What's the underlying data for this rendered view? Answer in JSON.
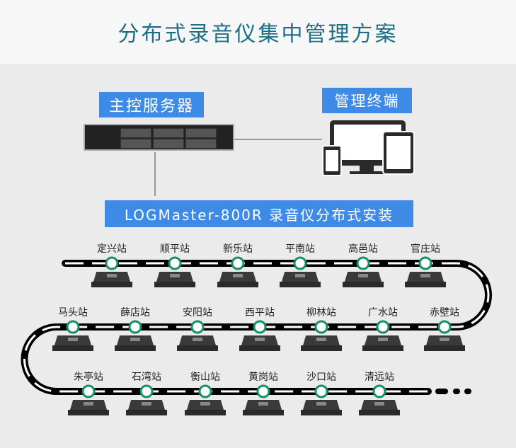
{
  "title": "分布式录音仪集中管理方案",
  "server_label": "主控服务器",
  "terminal_label": "管理终端",
  "install_label": "LOGMaster-800R 录音仪分布式安装",
  "colors": {
    "accent": "#3d8be6",
    "title": "#1d6f86",
    "station": "#12906a"
  },
  "rows": [
    [
      "定兴站",
      "顺平站",
      "新乐站",
      "平南站",
      "高邑站",
      "官庄站"
    ],
    [
      "马头站",
      "薛店站",
      "安阳站",
      "西平站",
      "柳林站",
      "广水站",
      "赤壁站"
    ],
    [
      "朱亭站",
      "石湾站",
      "衡山站",
      "黄岗站",
      "沙口站",
      "清远站"
    ]
  ]
}
